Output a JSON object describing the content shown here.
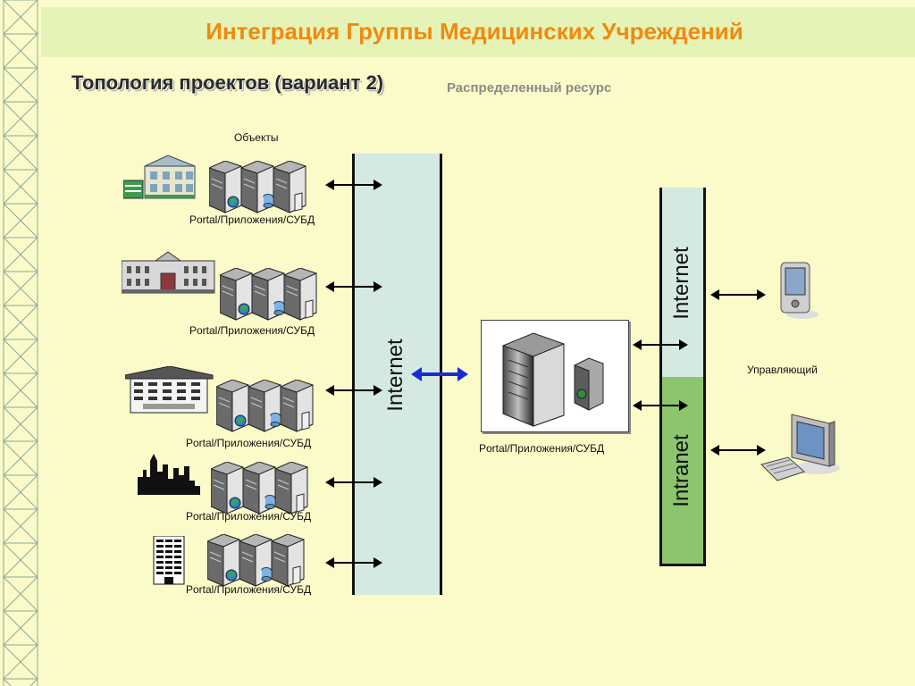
{
  "title": "Интеграция Группы Медицинских Учреждений",
  "subtitle": "Топология проектов (вариант 2)",
  "resource_label": "Распределенный ресурс",
  "objects_label": "Объекты",
  "sites": [
    {
      "icon": "house-icon",
      "caption": "Portal/Приложения/СУБД"
    },
    {
      "icon": "palace-icon",
      "caption": "Portal/Приложения/СУБД"
    },
    {
      "icon": "office-building-icon",
      "caption": "Portal/Приложения/СУБД"
    },
    {
      "icon": "city-skyline-icon",
      "caption": "Portal/Приложения/СУБД"
    },
    {
      "icon": "tower-block-icon",
      "caption": "Portal/Приложения/СУБД"
    }
  ],
  "left_network": "Internet",
  "central_caption": "Portal/Приложения/СУБД",
  "right_network_top": "Internet",
  "right_network_bottom": "Intranet",
  "manager_label": "Управляющий",
  "colors": {
    "background": "#fbfbc9",
    "title": "#ef8a10",
    "band": "#e6f3b6",
    "internet_bar": "#d4e9e0",
    "intranet_bar": "#8cc56e",
    "link_arrow": "#1a2bd6"
  }
}
